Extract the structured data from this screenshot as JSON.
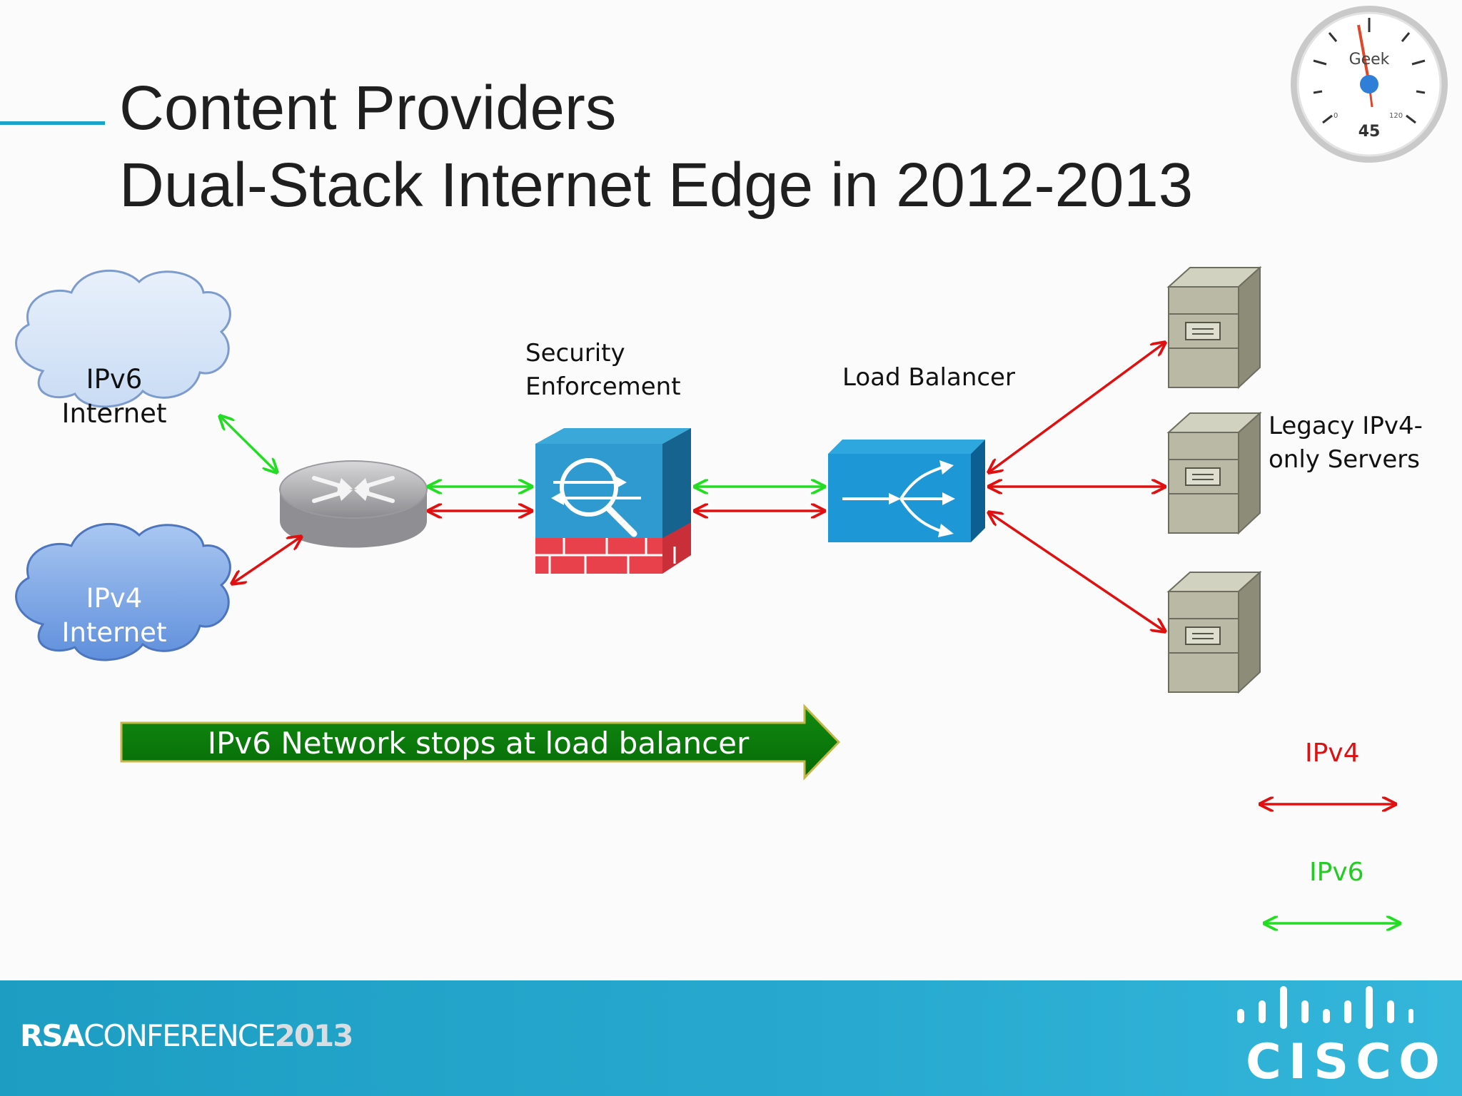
{
  "slide": {
    "title_line1": "Content Providers",
    "title_line2": "Dual-Stack Internet Edge in 2012-2013"
  },
  "badge": {
    "label": "Geek",
    "value": "45",
    "scale_min": "0",
    "scale_max": "120"
  },
  "diagram": {
    "ipv6_cloud": {
      "line1": "IPv6",
      "line2": "Internet"
    },
    "ipv4_cloud": {
      "line1": "IPv4",
      "line2": "Internet"
    },
    "security_label": {
      "line1": "Security",
      "line2": "Enforcement"
    },
    "load_balancer_label": "Load Balancer",
    "servers_label": {
      "line1": "Legacy IPv4-",
      "line2": "only Servers"
    },
    "banner": "IPv6 Network stops at load balancer"
  },
  "legend": {
    "ipv4": "IPv4",
    "ipv6": "IPv6"
  },
  "footer": {
    "rsa_bold": "RSA",
    "rsa_rest": "CONFERENCE",
    "rsa_year": "2013",
    "cisco": "CISCO"
  },
  "colors": {
    "ipv4": "#e01010",
    "ipv6": "#22dd22",
    "accent": "#1aa3c8",
    "banner": "#0a7a0a"
  }
}
